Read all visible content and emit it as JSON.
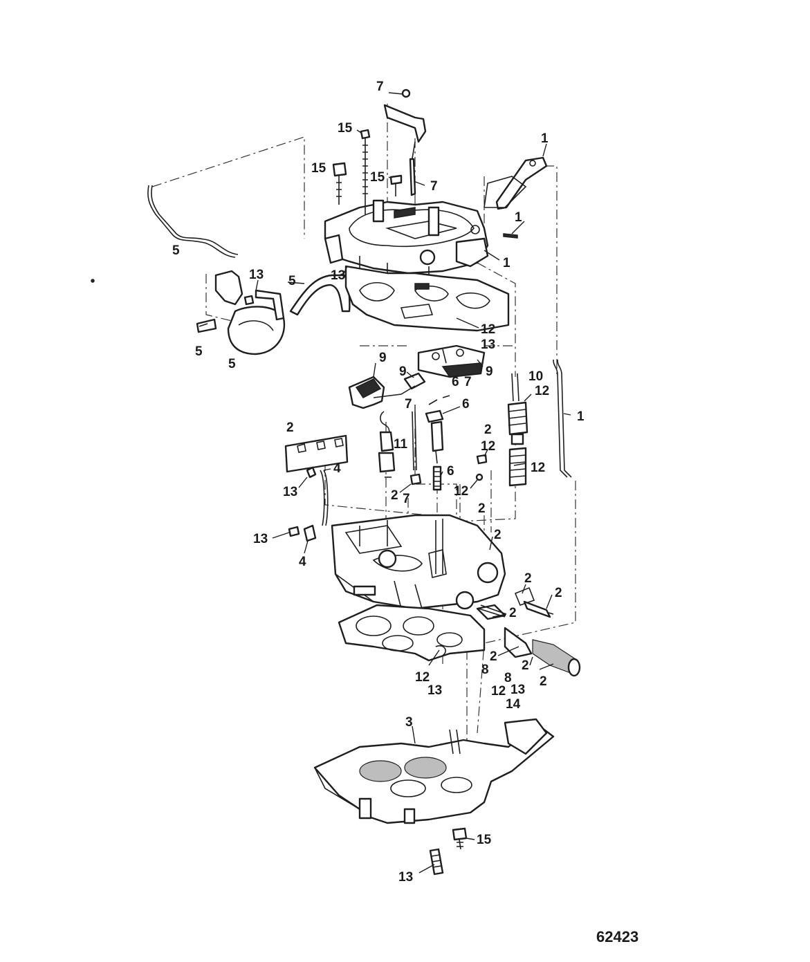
{
  "figure_number": "62423",
  "callouts": [
    {
      "id": "c-7-top",
      "text": "7"
    },
    {
      "id": "c-15-a",
      "text": "15"
    },
    {
      "id": "c-1-a",
      "text": "1"
    },
    {
      "id": "c-15-b",
      "text": "15"
    },
    {
      "id": "c-15-c",
      "text": "15"
    },
    {
      "id": "c-7-b",
      "text": "7"
    },
    {
      "id": "c-1-b",
      "text": "1"
    },
    {
      "id": "c-5-a",
      "text": "5"
    },
    {
      "id": "c-1-c",
      "text": "1"
    },
    {
      "id": "c-13-a",
      "text": "13"
    },
    {
      "id": "c-13-b",
      "text": "13"
    },
    {
      "id": "c-5-b",
      "text": "5"
    },
    {
      "id": "c-12-a",
      "text": "12"
    },
    {
      "id": "c-13-c",
      "text": "13"
    },
    {
      "id": "c-5-c",
      "text": "5"
    },
    {
      "id": "c-5-d",
      "text": "5"
    },
    {
      "id": "c-9-a",
      "text": "9"
    },
    {
      "id": "c-9-b",
      "text": "9"
    },
    {
      "id": "c-9-c",
      "text": "9"
    },
    {
      "id": "c-6-a",
      "text": "6"
    },
    {
      "id": "c-7-c",
      "text": "7"
    },
    {
      "id": "c-10",
      "text": "10"
    },
    {
      "id": "c-12-b",
      "text": "12"
    },
    {
      "id": "c-7-d",
      "text": "7"
    },
    {
      "id": "c-6-b",
      "text": "6"
    },
    {
      "id": "c-1-d",
      "text": "1"
    },
    {
      "id": "c-2-a",
      "text": "2"
    },
    {
      "id": "c-11",
      "text": "11"
    },
    {
      "id": "c-2-b",
      "text": "2"
    },
    {
      "id": "c-12-c",
      "text": "12"
    },
    {
      "id": "c-12-d",
      "text": "12"
    },
    {
      "id": "c-4-a",
      "text": "4"
    },
    {
      "id": "c-6-c",
      "text": "6"
    },
    {
      "id": "c-13-d",
      "text": "13"
    },
    {
      "id": "c-2-c",
      "text": "2"
    },
    {
      "id": "c-7-e",
      "text": "7"
    },
    {
      "id": "c-12-e",
      "text": "12"
    },
    {
      "id": "c-2-d",
      "text": "2"
    },
    {
      "id": "c-2-e",
      "text": "2"
    },
    {
      "id": "c-13-e",
      "text": "13"
    },
    {
      "id": "c-4-b",
      "text": "4"
    },
    {
      "id": "c-2-f",
      "text": "2"
    },
    {
      "id": "c-2-g",
      "text": "2"
    },
    {
      "id": "c-2-h",
      "text": "2"
    },
    {
      "id": "c-2-i",
      "text": "2"
    },
    {
      "id": "c-8-a",
      "text": "8"
    },
    {
      "id": "c-2-j",
      "text": "2"
    },
    {
      "id": "c-12-f",
      "text": "12"
    },
    {
      "id": "c-8-b",
      "text": "8"
    },
    {
      "id": "c-2-k",
      "text": "2"
    },
    {
      "id": "c-13-f",
      "text": "13"
    },
    {
      "id": "c-12-g",
      "text": "12"
    },
    {
      "id": "c-13-g",
      "text": "13"
    },
    {
      "id": "c-14",
      "text": "14"
    },
    {
      "id": "c-3",
      "text": "3"
    },
    {
      "id": "c-15-d",
      "text": "15"
    },
    {
      "id": "c-13-h",
      "text": "13"
    }
  ]
}
